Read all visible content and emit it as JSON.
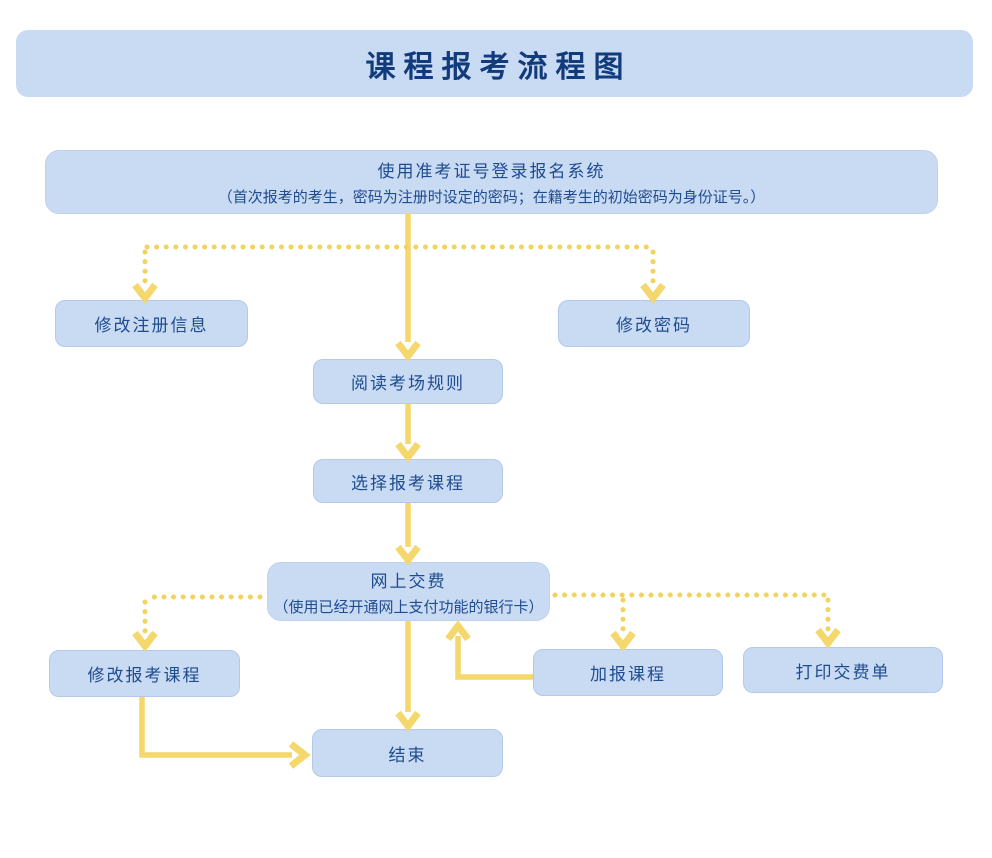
{
  "page": {
    "title": "课程报考流程图"
  },
  "colors": {
    "box_fill": "#c9daf3",
    "box_border": "#b4c8ea",
    "text_dark_blue": "#1e4c8f",
    "title_navy": "#123b7c",
    "arrow_yellow": "#f4d76d",
    "dotted_yellow": "#f2d35f"
  },
  "flowchart": {
    "nodes": {
      "login": {
        "line1": "使用准考证号登录报名系统",
        "line2": "（首次报考的考生，密码为注册时设定的密码；在籍考生的初始密码为身份证号。）"
      },
      "modify_info": {
        "label": "修改注册信息"
      },
      "modify_password": {
        "label": "修改密码"
      },
      "read_rules": {
        "label": "阅读考场规则"
      },
      "select_courses": {
        "label": "选择报考课程"
      },
      "pay_online": {
        "line1": "网上交费",
        "line2": "（使用已经开通网上支付功能的银行卡）"
      },
      "modify_courses": {
        "label": "修改报考课程"
      },
      "add_courses": {
        "label": "加报课程"
      },
      "print_bill": {
        "label": "打印交费单"
      },
      "end": {
        "label": "结束"
      }
    }
  }
}
